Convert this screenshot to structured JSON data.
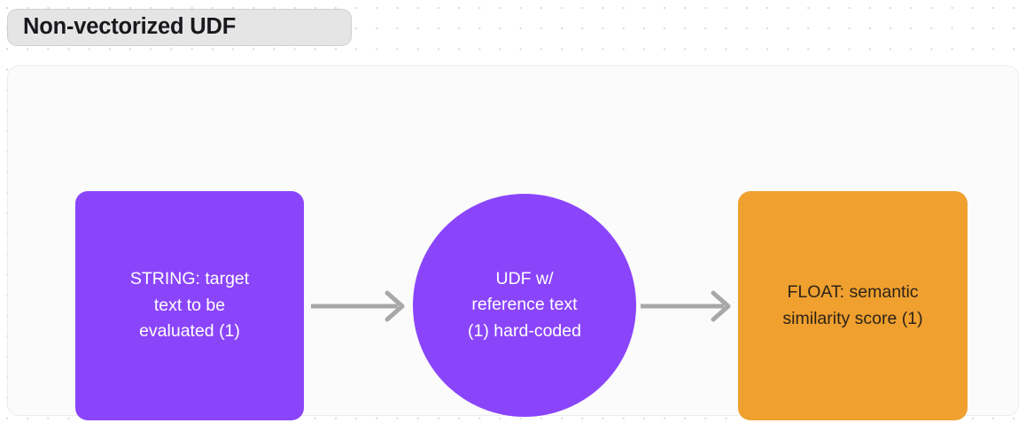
{
  "diagram": {
    "title": "Non-vectorized UDF",
    "type": "flow",
    "colors": {
      "purple": "#8a45fb",
      "orange": "#efa02f",
      "arrow_gray": "#a8a8a8",
      "card_background": "#fbfbfb",
      "canvas_background": "#ffffff",
      "badge_background": "#e5e5e5",
      "badge_text": "#17191c",
      "dot_grid": "#d9d9d9"
    },
    "nodes": [
      {
        "id": "input",
        "shape": "rounded-rectangle",
        "label": "STRING: target\ntext to be\nevaluated (1)",
        "fill": "#8a45fb",
        "text_color": "#ffffff"
      },
      {
        "id": "udf",
        "shape": "circle",
        "label": "UDF w/\nreference text\n(1) hard-coded",
        "fill": "#8a45fb",
        "text_color": "#ffffff"
      },
      {
        "id": "output",
        "shape": "rounded-rectangle",
        "label": "FLOAT: semantic\nsimilarity score (1)",
        "fill": "#efa02f",
        "text_color": "#2d2318"
      }
    ],
    "edges": [
      {
        "id": "input-to-udf",
        "from": "input",
        "to": "udf",
        "style": "arrow",
        "label": ""
      },
      {
        "id": "udf-to-output",
        "from": "udf",
        "to": "output",
        "style": "arrow",
        "label": ""
      }
    ]
  }
}
